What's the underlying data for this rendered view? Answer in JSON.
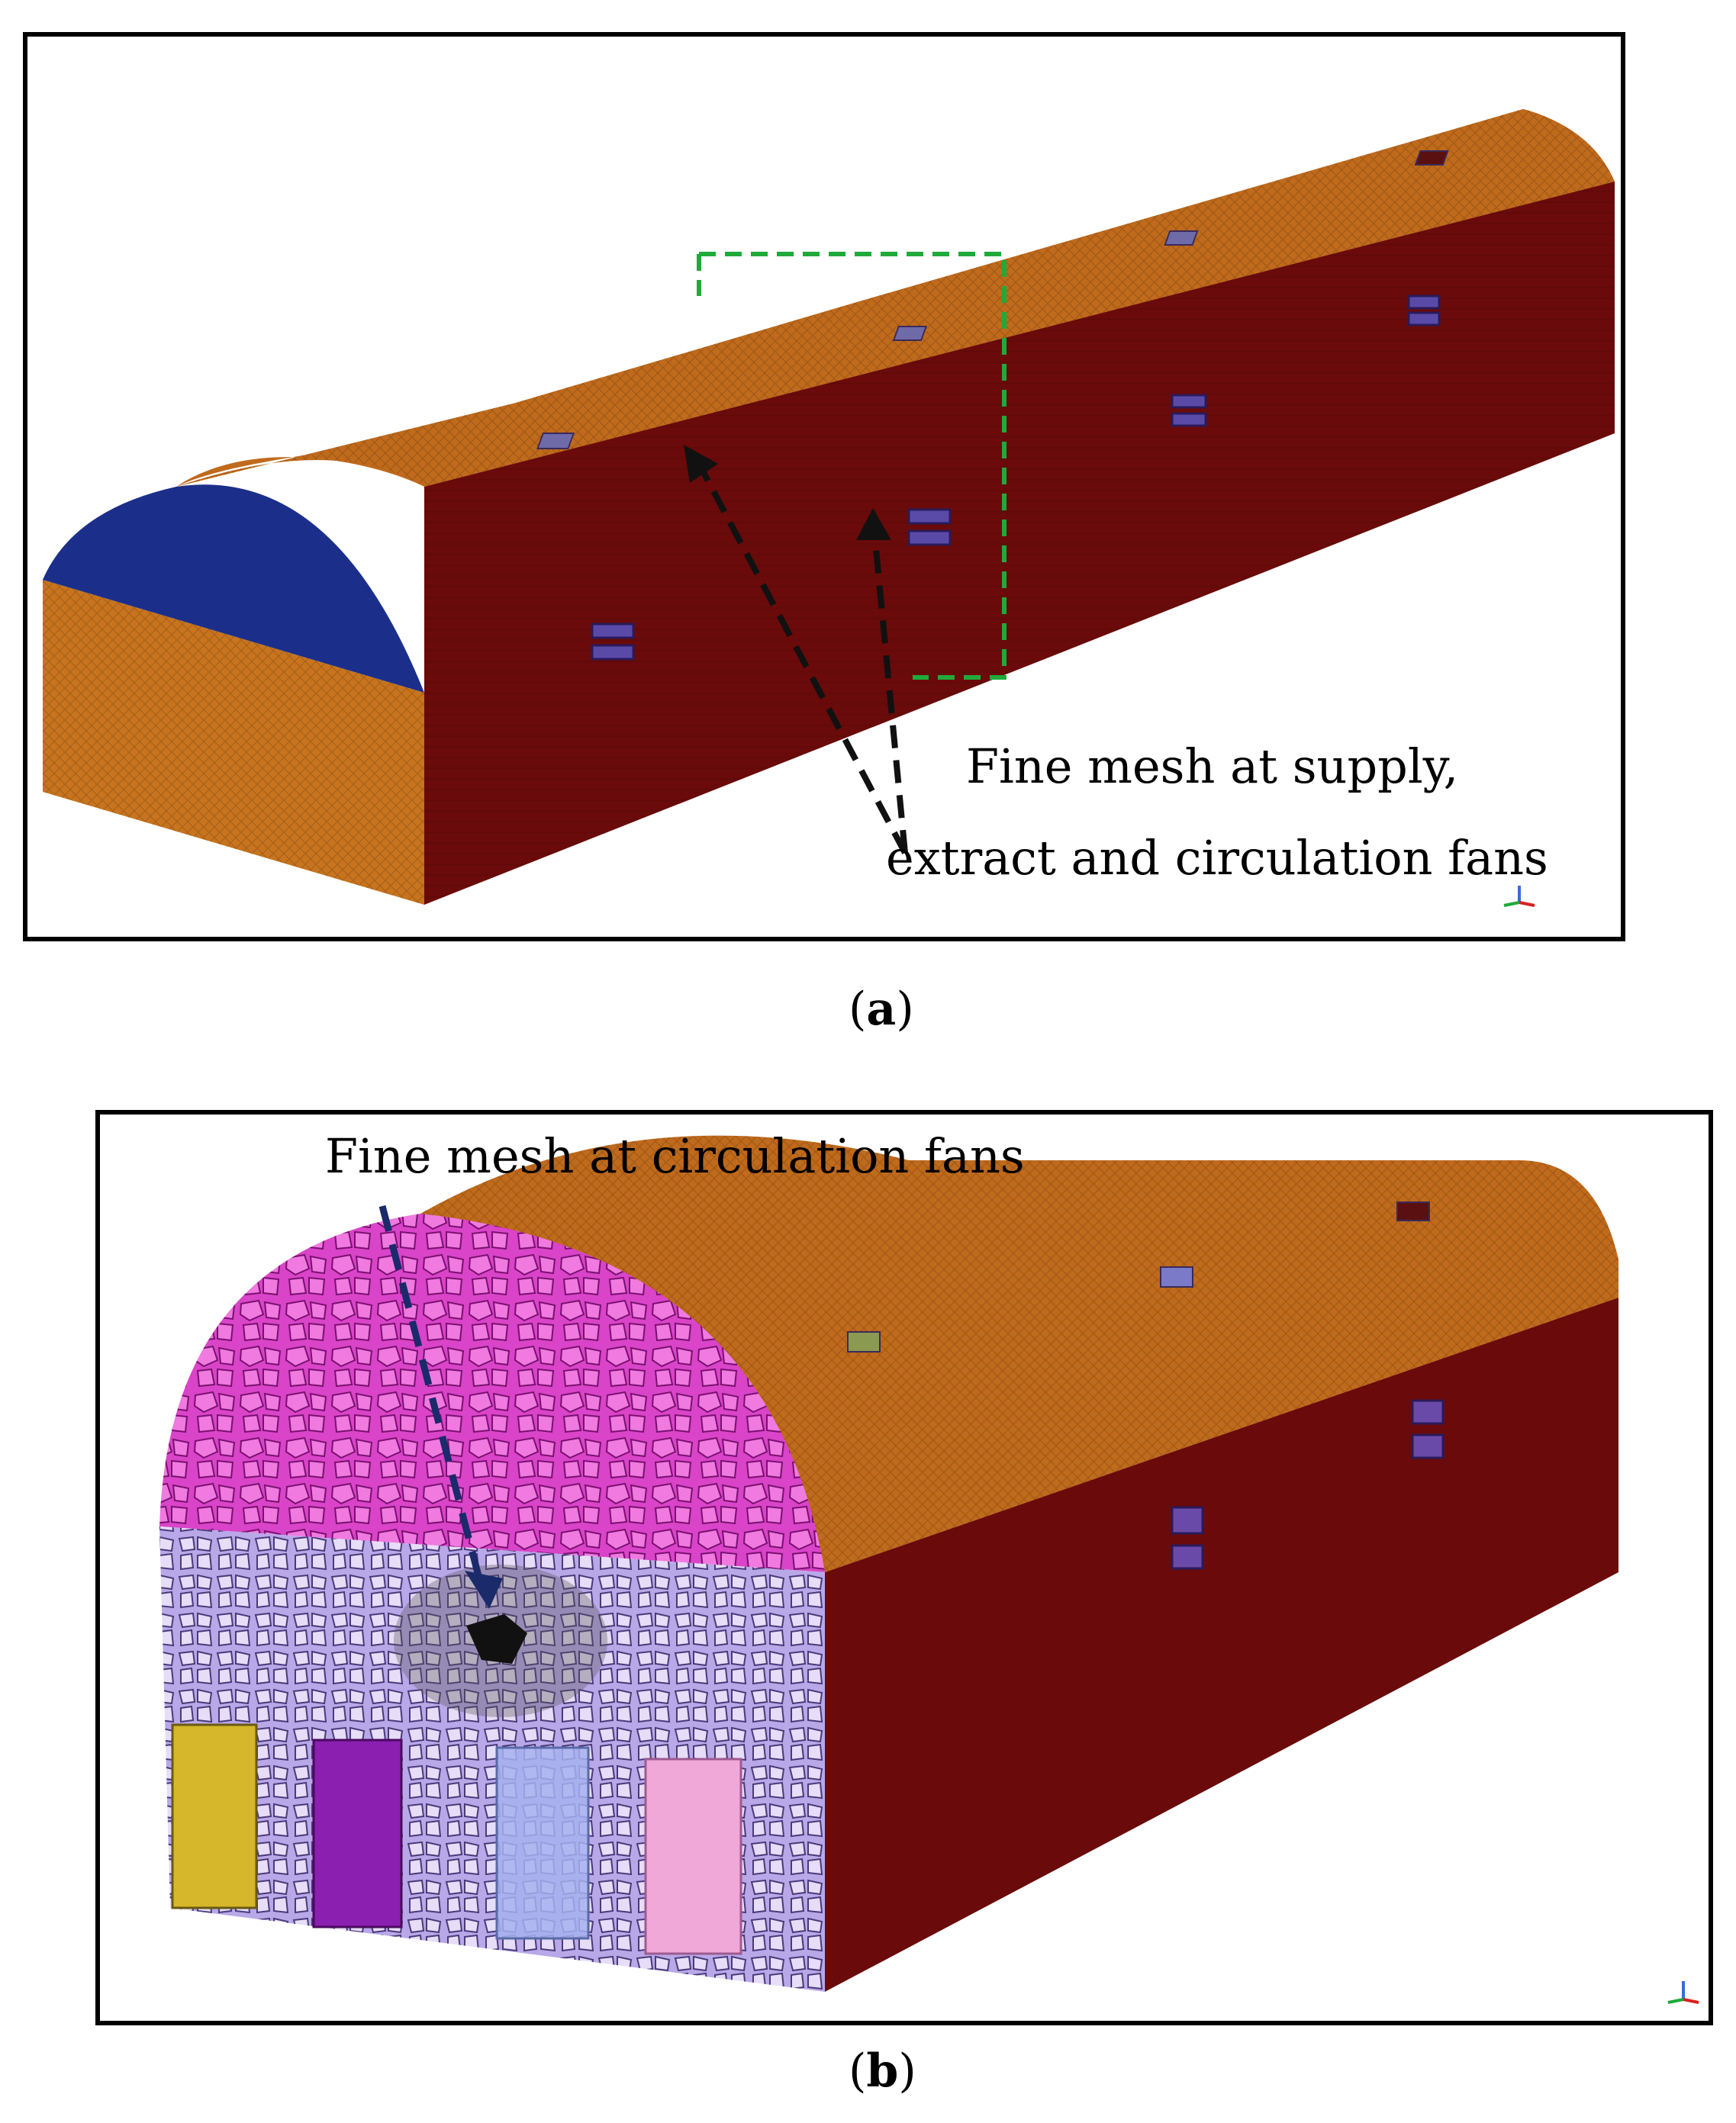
{
  "panels": [
    {
      "id": "a",
      "caption_letter": "a",
      "annotation_line1": "Fine mesh at supply,",
      "annotation_line2": "extract and circulation fans"
    },
    {
      "id": "b",
      "caption_letter": "b",
      "annotation": "Fine mesh at circulation fans"
    }
  ],
  "colors": {
    "roof": "#c06a1c",
    "side_wall": "#6a0a0a",
    "end_wall_a": "#c8741e",
    "end_arch_a": "#1b2f8a",
    "end_arch_b": "#d944c8",
    "end_wall_b": "#b9a8e8",
    "highlight_box": "#1faa3a",
    "arrow_a": "#111111",
    "arrow_b": "#1a2a6a",
    "door_yellow": "#d6b62a",
    "door_purple": "#8a1fb0",
    "door_blue": "#a4b2ee",
    "door_pink": "#f0a8d8"
  }
}
